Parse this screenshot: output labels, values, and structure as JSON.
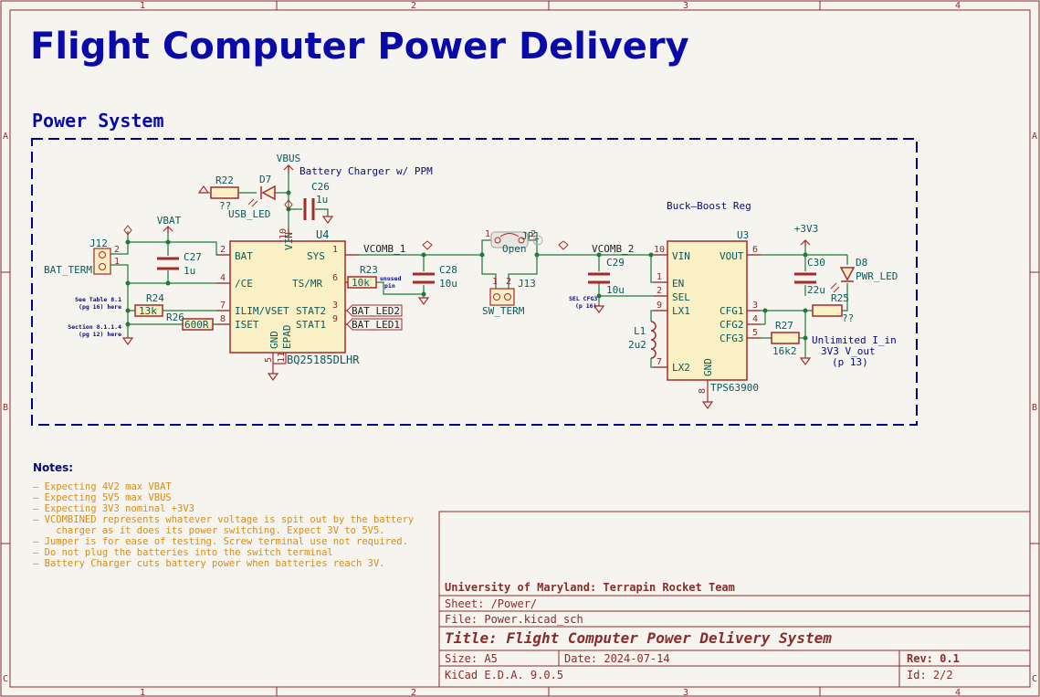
{
  "sheet": {
    "title": "Flight Computer Power Delivery",
    "section_title": "Power System",
    "border_columns": [
      "1",
      "2",
      "3",
      "4"
    ],
    "border_rows": [
      "A",
      "B",
      "C"
    ],
    "colors": {
      "background": "#f5f4ef",
      "border": "#8a2b2b",
      "wire": "#1f7a3a",
      "component": "#a52a2a",
      "label": "#0a0a7a",
      "net_label": "#222222",
      "notes": "#d98c1a",
      "section_border": "#00008b"
    }
  },
  "annotations": {
    "vbus": "VBUS",
    "charger_title": "Battery Charger w/ PPM",
    "buck_boost_title": "Buck—Boost Reg",
    "vbat": "VBAT",
    "vcomb1": "VCOMB_1",
    "vcomb2": "VCOMB_2",
    "v3v3": "+3V3",
    "unused_pin_1": "unused",
    "unused_pin_2": "pin",
    "see_table_1": "See Table 8.1",
    "see_table_2": "(pg 16) here",
    "section_ref_1": "Section 8.1.1.4",
    "section_ref_2": "(pg 12) here",
    "sel_cfg_1": "SEL CFG3",
    "sel_cfg_2": "(p 16)",
    "unlimited_1": "Unlimited I_in",
    "unlimited_2": "3V3 V_out",
    "unlimited_3": "(p 13)"
  },
  "components": {
    "r22": {
      "ref": "R22",
      "value": "??"
    },
    "d7": {
      "ref": "D7",
      "value": "USB_LED"
    },
    "c26": {
      "ref": "C26",
      "value": "1u"
    },
    "c27": {
      "ref": "C27",
      "value": "1u"
    },
    "j12": {
      "ref": "J12",
      "value": "BAT_TERM"
    },
    "r24": {
      "ref": "R24",
      "value": "13k"
    },
    "r26": {
      "ref": "R26",
      "value": "600R"
    },
    "u4": {
      "ref": "U4",
      "value": "BQ25185DLHR"
    },
    "r23": {
      "ref": "R23",
      "value": "10k"
    },
    "c28": {
      "ref": "C28",
      "value": "10u"
    },
    "jp1": {
      "ref": "JP1",
      "value": "Open"
    },
    "j13": {
      "ref": "J13",
      "value": "SW_TERM"
    },
    "c29": {
      "ref": "C29",
      "value": "10u"
    },
    "l1": {
      "ref": "L1",
      "value": "2u2"
    },
    "u3": {
      "ref": "U3",
      "value": "TPS63900"
    },
    "c30": {
      "ref": "C30",
      "value": "22u"
    },
    "d8": {
      "ref": "D8",
      "value": "PWR_LED"
    },
    "r25": {
      "ref": "R25",
      "value": "??"
    },
    "r27": {
      "ref": "R27",
      "value": "16k2"
    }
  },
  "u4_pins": {
    "bat": "BAT",
    "ce": "/CE",
    "ilim": "ILIM/VSET",
    "iset": "ISET",
    "vin": "VIN",
    "sys": "SYS",
    "tsmr": "TS/MR",
    "stat2": "STAT2",
    "stat1": "STAT1",
    "gnd": "GND",
    "epad": "EPAD",
    "n2": "2",
    "n4": "4",
    "n7": "7",
    "n8": "8",
    "n10": "10",
    "n1": "1",
    "n6": "6",
    "n3": "3",
    "n9": "9",
    "n5": "5",
    "n11": "11"
  },
  "u3_pins": {
    "vin": "VIN",
    "en": "EN",
    "sel": "SEL",
    "lx1": "LX1",
    "lx2": "LX2",
    "vout": "VOUT",
    "cfg1": "CFG1",
    "cfg2": "CFG2",
    "cfg3": "CFG3",
    "gnd": "GND",
    "n10": "10",
    "n1": "1",
    "n2": "2",
    "n9": "9",
    "n7": "7",
    "n6": "6",
    "n3": "3",
    "n4": "4",
    "n5": "5",
    "n8": "8"
  },
  "misc_pins": {
    "j12_p2": "2",
    "j12_p1": "1",
    "jp1_p1": "1",
    "jp1_p2": "2",
    "j13_p1": "1",
    "j13_p2": "2"
  },
  "hier_labels": {
    "bat_led2": "BAT_LED2",
    "bat_led1": "BAT_LED1"
  },
  "notes": {
    "heading": "Notes:",
    "lines": [
      "— Expecting 4V2 max VBAT",
      "— Expecting 5V5 max VBUS",
      "— Expecting 3V3 nominal +3V3",
      "— VCOMBINED represents whatever voltage is spit out by the battery",
      "    charger as it does its power switching. Expect 3V to 5V5.",
      "— Jumper is for ease of testing. Screw terminal use not required.",
      "— Do not plug the batteries into the switch terminal",
      "— Battery Charger cuts battery power when batteries reach 3V."
    ]
  },
  "title_block": {
    "company": "University of Maryland: Terrapin Rocket Team",
    "sheet": "Sheet: /Power/",
    "file": "File: Power.kicad_sch",
    "title": "Title: Flight Computer Power Delivery System",
    "size": "Size: A5",
    "date": "Date: 2024-07-14",
    "rev": "Rev: 0.1",
    "tool": "KiCad E.D.A. 9.0.5",
    "id": "Id: 2/2"
  }
}
